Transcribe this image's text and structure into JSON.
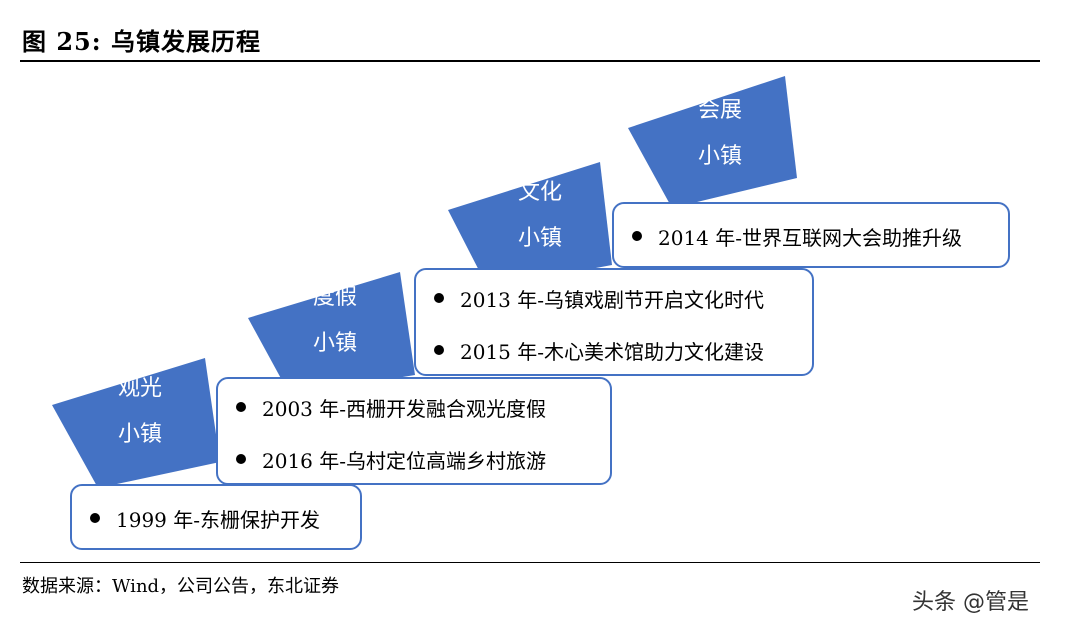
{
  "header": {
    "title": "图 25: 乌镇发展历程"
  },
  "stages": [
    {
      "label_line1": "观光",
      "label_line2": "小镇",
      "items": [
        "1999 年-东栅保护开发"
      ]
    },
    {
      "label_line1": "度假",
      "label_line2": "小镇",
      "items": [
        "2003 年-西栅开发融合观光度假",
        "2016 年-乌村定位高端乡村旅游"
      ]
    },
    {
      "label_line1": "文化",
      "label_line2": "小镇",
      "items": [
        "2013 年-乌镇戏剧节开启文化时代",
        "2015 年-木心美术馆助力文化建设"
      ]
    },
    {
      "label_line1": "会展",
      "label_line2": "小镇",
      "items": [
        "2014 年-世界互联网大会助推升级"
      ]
    }
  ],
  "footer": {
    "source": "数据来源：Wind，公司公告，东北证券",
    "watermark": "头条 @管是"
  },
  "colors": {
    "arrow": "#4472c4",
    "box_border": "#4472c4"
  }
}
